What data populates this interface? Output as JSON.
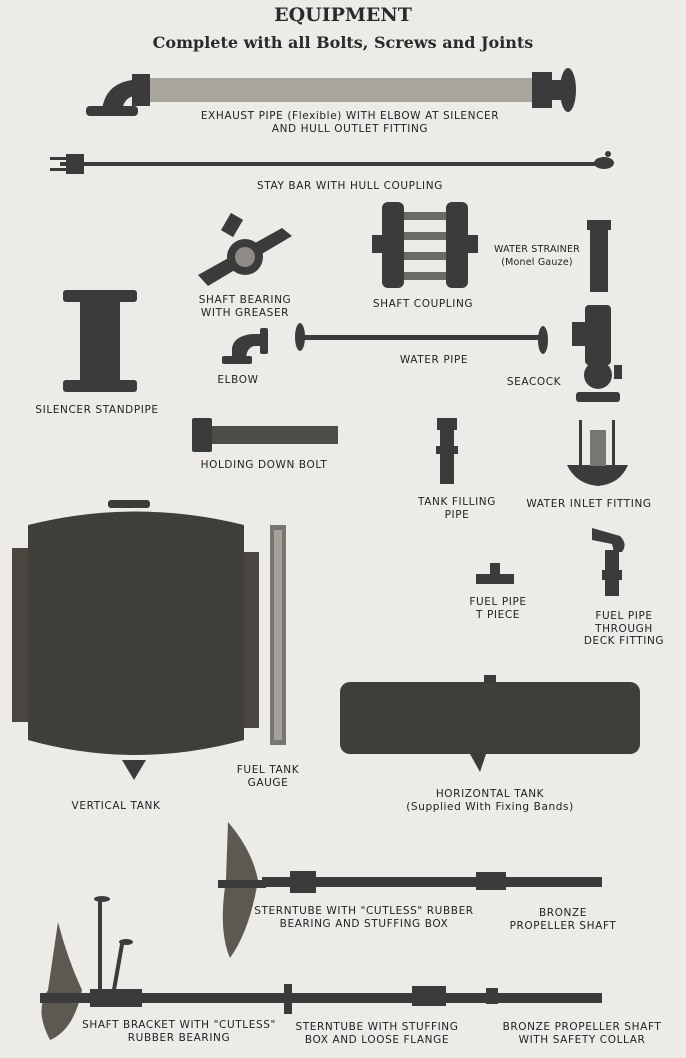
{
  "header": {
    "title": "EQUIPMENT",
    "subtitle": "Complete with all Bolts, Screws and Joints"
  },
  "items": {
    "exhaust_pipe": [
      "EXHAUST PIPE (Flexible) WITH ELBOW AT SILENCER",
      "AND HULL OUTLET FITTING"
    ],
    "stay_bar": [
      "STAY BAR WITH HULL COUPLING"
    ],
    "shaft_bearing": [
      "SHAFT BEARING",
      "WITH GREASER"
    ],
    "shaft_coupling": [
      "SHAFT COUPLING"
    ],
    "water_strainer": [
      "WATER STRAINER",
      "(Monel Gauze)"
    ],
    "water_pipe": [
      "WATER PIPE"
    ],
    "elbow": [
      "ELBOW"
    ],
    "seacock": [
      "SEACOCK"
    ],
    "silencer_standpipe": [
      "SILENCER STANDPIPE"
    ],
    "holding_down_bolt": [
      "HOLDING DOWN BOLT"
    ],
    "tank_filling_pipe": [
      "TANK FILLING",
      "PIPE"
    ],
    "water_inlet_fitting": [
      "WATER INLET FITTING"
    ],
    "fuel_pipe_t_piece": [
      "FUEL PIPE",
      "T PIECE"
    ],
    "fuel_pipe_deck_fitting": [
      "FUEL PIPE",
      "THROUGH",
      "DECK FITTING"
    ],
    "vertical_tank": [
      "VERTICAL TANK"
    ],
    "fuel_tank_gauge": [
      "FUEL TANK",
      "GAUGE"
    ],
    "horizontal_tank": [
      "HORIZONTAL TANK",
      "(Supplied With Fixing Bands)"
    ],
    "sterntube_cutless": [
      "STERNTUBE WITH \"CUTLESS\" RUBBER",
      "BEARING AND STUFFING BOX"
    ],
    "bronze_shaft": [
      "BRONZE",
      "PROPELLER SHAFT"
    ],
    "shaft_bracket": [
      "SHAFT BRACKET WITH \"CUTLESS\"",
      "RUBBER BEARING"
    ],
    "sterntube_flange": [
      "STERNTUBE WITH STUFFING",
      "BOX AND LOOSE FLANGE"
    ],
    "bronze_shaft_collar": [
      "BRONZE PROPELLER SHAFT",
      "WITH SAFETY COLLAR"
    ]
  },
  "colors": {
    "paper": "#ecebe7",
    "metal": "#3b3b3b",
    "hose": "#a9a79d"
  }
}
